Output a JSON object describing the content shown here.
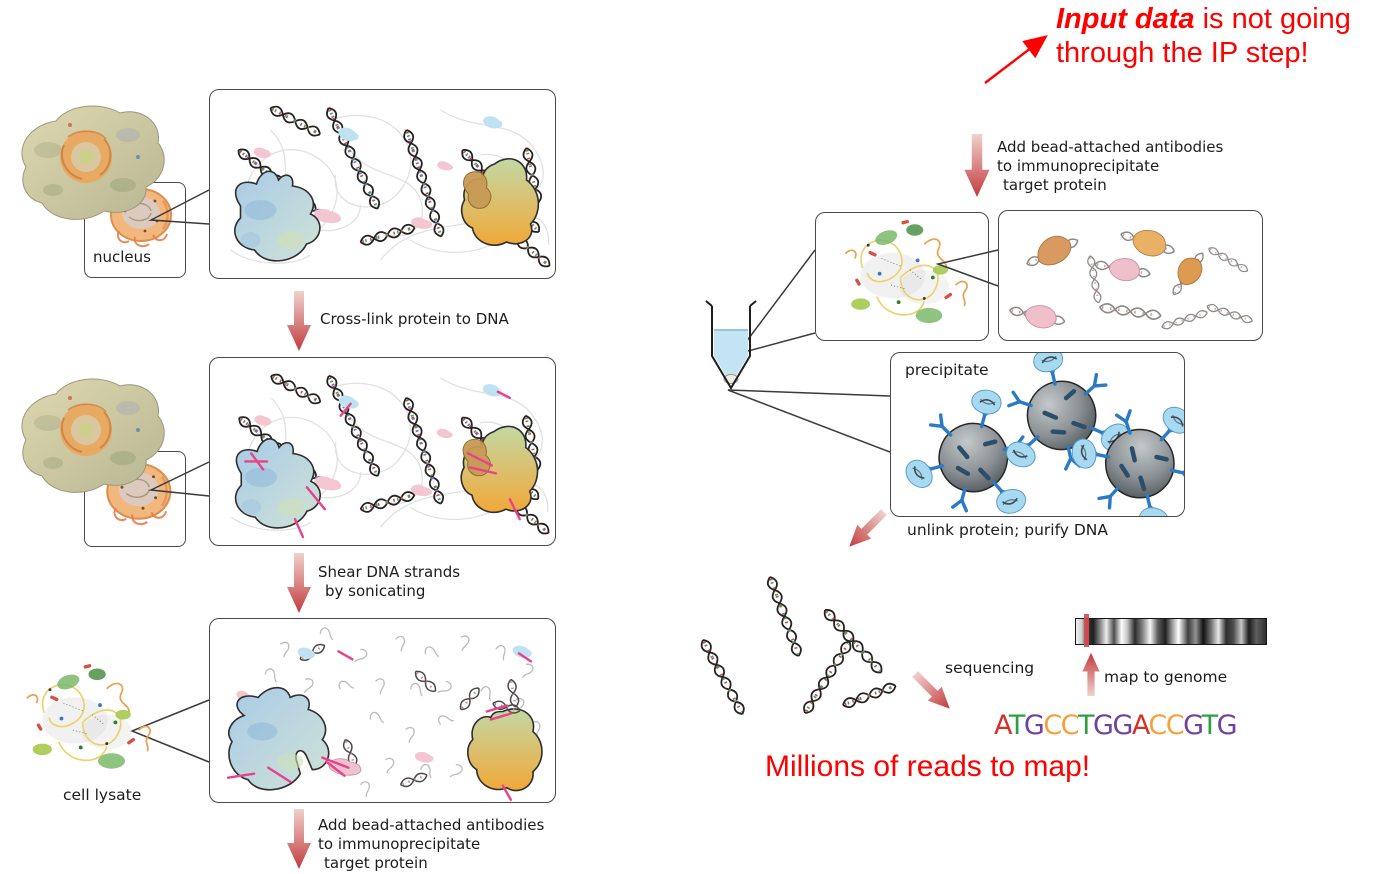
{
  "title_note_color": "#ff0000",
  "palette": {
    "arrow_gradient_top": "#f0d2cc",
    "arrow_gradient_bottom": "#c23a3e",
    "box_border": "#4a4a4a",
    "protein_blue": "#a9cbe7",
    "protein_orange": "#f1a838",
    "crosslink_pink": "#e8428c",
    "bead_gray": "#6b7377",
    "antibody_blue": "#2b7bc4",
    "tube_liquid_blue": "#c3e5f3"
  },
  "notes": {
    "input": {
      "bold": "Input data",
      "rest": " is not going",
      "line2": "through the IP step!"
    },
    "reads": "Millions of reads to map!"
  },
  "left_flow": {
    "nucleus_box_label": "nucleus",
    "cell_lysate_label": "cell lysate",
    "step_crosslink": "Cross-link protein to DNA",
    "step_shear": [
      "Shear DNA strands",
      "by sonicating"
    ],
    "step_add_beads": [
      "Add bead-attached antibodies",
      "to immunoprecipitate",
      "target protein"
    ]
  },
  "right_flow": {
    "step_add_beads": [
      "Add bead-attached antibodies",
      "to immunoprecipitate",
      "target protein"
    ],
    "precipitate_box_label": "precipitate",
    "step_unlink": "unlink protein; purify DNA",
    "sequencing_label": "sequencing",
    "map_label": "map to genome",
    "read_sequence": "ATGCCTGGACCGTG",
    "base_colors": {
      "A": "#d93025",
      "T": "#2f9e44",
      "G": "#6f42a0",
      "C": "#f2a33c"
    }
  }
}
